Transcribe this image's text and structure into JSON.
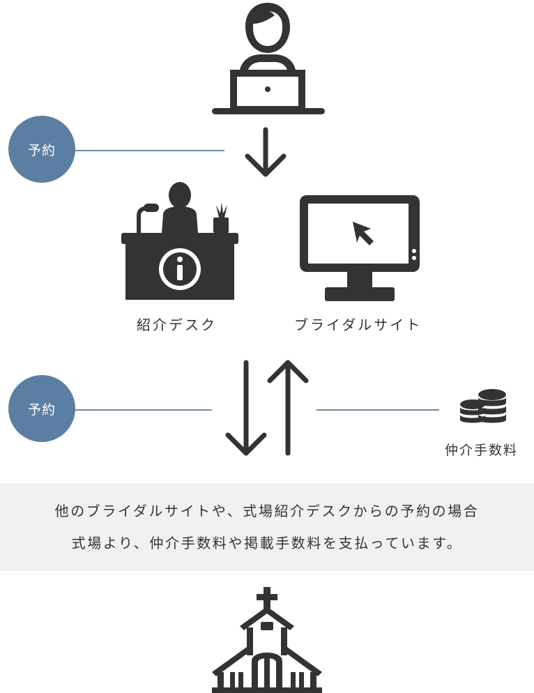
{
  "colors": {
    "icon": "#333333",
    "circle": "#5b7fa3",
    "connector": "#6f8c9a",
    "notice_bg": "#f0f1f2",
    "text": "#333333"
  },
  "nodes": {
    "user_icon": "user-laptop",
    "desk_label": "紹介デスク",
    "site_label": "ブライダルサイト",
    "fee_label": "仲介手数料",
    "venue_icon": "chapel"
  },
  "edges": {
    "top_label": "予約",
    "middle_label": "予約"
  },
  "notice": {
    "line1": "他のブライダルサイトや、式場紹介デスクからの予約の場合",
    "line2": "式場より、仲介手数料や掲載手数料を支払っています。"
  }
}
